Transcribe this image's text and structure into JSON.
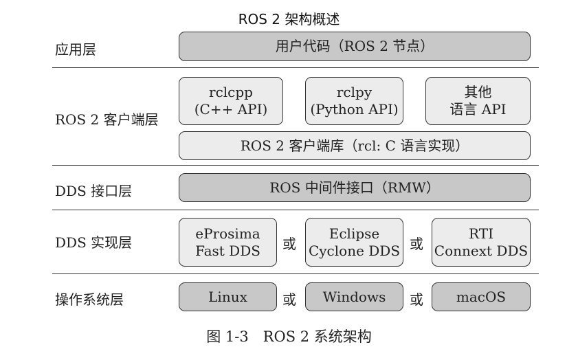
{
  "title": "ROS 2 架构概述",
  "layers": {
    "app": "应用层",
    "client": "ROS 2 客户端层",
    "dds_interface": "DDS 接口层",
    "dds_impl": "DDS 实现层",
    "os": "操作系统层"
  },
  "boxes": {
    "user_code": "用户代码（ROS 2 节点）",
    "rclcpp": [
      "rclcpp",
      "(C++ API)"
    ],
    "rclpy": [
      "rclpy",
      "(Python API)"
    ],
    "other_lang": [
      "其他",
      "语言 API"
    ],
    "rcl": "ROS 2 客户端库（rcl: C 语言实现）",
    "rmw": "ROS 中间件接口（RMW）",
    "fastdds": [
      "eProsima",
      "Fast DDS"
    ],
    "cyclone": [
      "Eclipse",
      "Cyclone DDS"
    ],
    "connext": [
      "RTI",
      "Connext DDS"
    ],
    "linux": "Linux",
    "windows": "Windows",
    "macos": "macOS"
  },
  "or_label": "或",
  "caption": "图 1-3　ROS 2 系统架构"
}
